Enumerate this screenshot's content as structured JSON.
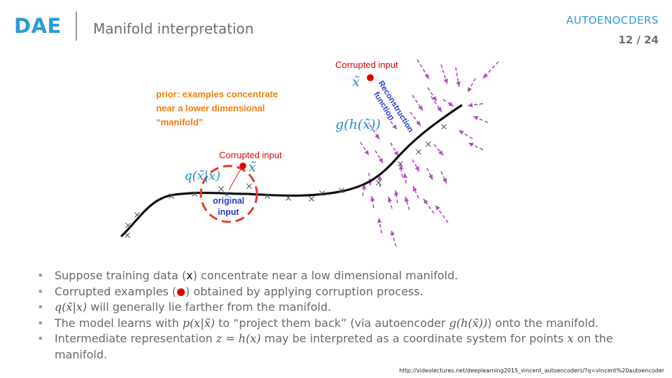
{
  "header": {
    "logo": "DAE",
    "title": "Manifold interpretation",
    "topic": "AUTOENOCDERS",
    "page": "12 / 24"
  },
  "diagram": {
    "prior_note": [
      "prior: examples concentrate",
      "near a lower dimensional",
      "“manifold”"
    ],
    "corrupted_label": "Corrupted input",
    "corrupted_label_top": "Corrupted input",
    "original_label": [
      "original",
      "input"
    ],
    "reconstruction_label": [
      "Reconstruction",
      "function"
    ],
    "x_tilde": "x̃",
    "q_label": "q(x̃|x)",
    "g_label": "g(h(x̃))",
    "colors": {
      "manifold": "#111111",
      "corrupted": "#e60000",
      "circle": "#e8382a",
      "arrows": "#b44cc4",
      "note": "#f07e12",
      "math": "#1f8fc8",
      "original": "#2a3bc8"
    }
  },
  "bullets": {
    "b1": {
      "pre": "Suppose training data (",
      "mark": "x",
      "post": ") concentrate near a low dimensional manifold."
    },
    "b2": {
      "pre": "Corrupted examples (",
      "post": ") obtained by applying corruption process."
    },
    "b3": {
      "math": "q(x̃|x)",
      "post": " will generally lie farther from the manifold."
    },
    "b4": {
      "pre": "The model learns with ",
      "math1": "p(x|x̃)",
      "mid": " to “project them back” (via autoencoder ",
      "math2": "g(h(x̃))",
      "post": ") onto the manifold."
    },
    "b5": {
      "pre": "Intermediate representation ",
      "math1": "z = h(x)",
      "mid": " may be interpreted as a coordinate system for points ",
      "math2": "x",
      "post": " on the manifold."
    }
  },
  "source_url": "http://videolectures.net/deeplearning2015_vincent_autoencoders/?q=vincent%20autoencoder"
}
